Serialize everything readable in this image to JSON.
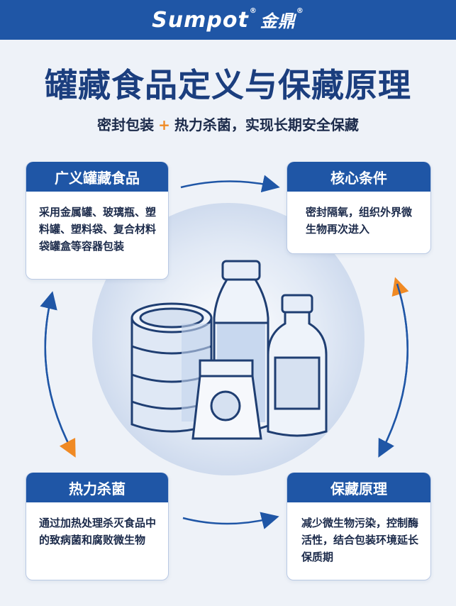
{
  "brand": {
    "name": "Sumpot",
    "cn": "金鼎",
    "reg": "®"
  },
  "title": "罐藏食品定义与保藏原理",
  "subtitle": {
    "left": "密封包装",
    "plus": "+",
    "right": "热力杀菌，实现长期安全保藏"
  },
  "cards": {
    "tl": {
      "title": "广义罐藏食品",
      "body": "采用金属罐、玻璃瓶、塑料罐、塑料袋、复合材料袋罐盒等容器包装"
    },
    "tr": {
      "title": "核心条件",
      "body": "密封隔氧，组织外界微生物再次进入"
    },
    "bl": {
      "title": "热力杀菌",
      "body": "通过加热处理杀灭食品中的致病菌和腐败微生物"
    },
    "br": {
      "title": "保藏原理",
      "body": "减少微生物污染，控制酶活性，结合包装环境延长保质期"
    }
  },
  "colors": {
    "brand_blue": "#1f56a6",
    "accent_orange": "#f08a24",
    "background": "#eef2f8"
  },
  "icons": [
    "metal-can-icon",
    "plastic-bottle-icon",
    "glass-bottle-icon",
    "pouch-bag-icon",
    "cycle-arrow-icon"
  ]
}
